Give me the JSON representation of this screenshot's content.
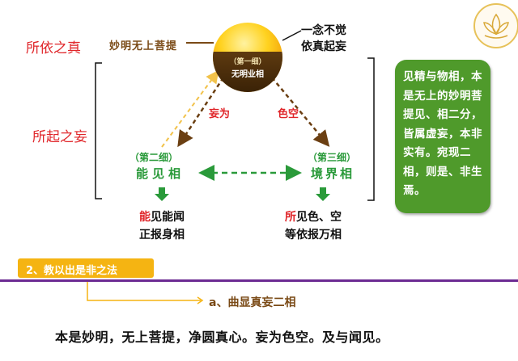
{
  "labels": {
    "source": "所依之真",
    "arising": "所起之妄"
  },
  "top": {
    "left_text": "妙明无上菩提",
    "right_line1": "一念不觉",
    "right_line2": "依真起妄"
  },
  "orb": {
    "subtitle": "（第一细）",
    "title": "无明业相"
  },
  "edges": {
    "left_label": "妄为",
    "right_label": "色空"
  },
  "left_node": {
    "subtitle": "（第二细）",
    "name": "能见相",
    "line1_red": "能",
    "line1_rest": "见能闻",
    "line2": "正报身相"
  },
  "right_node": {
    "subtitle": "（第三细）",
    "name": "境界相",
    "line1_red": "所",
    "line1_rest": "见色、空",
    "line2": "等依报万相"
  },
  "note": "见精与物相，本是无上的妙明菩提见、相二分，皆属虚妄，本非实有。宛现二相，则是、非生焉。",
  "section": {
    "title": "2、教以出是非之法",
    "subheading": "a、曲显真妄二相"
  },
  "bottom_text": "本是妙明，无上菩提，净圆真心。妄为色空。及与闻见。",
  "colors": {
    "accent_red": "#e0262a",
    "green": "#2a9a3a",
    "note_green": "#4f9a2b",
    "section_orange": "#f5b412",
    "divider_purple": "#6c2b92",
    "brown": "#7a4a16"
  }
}
